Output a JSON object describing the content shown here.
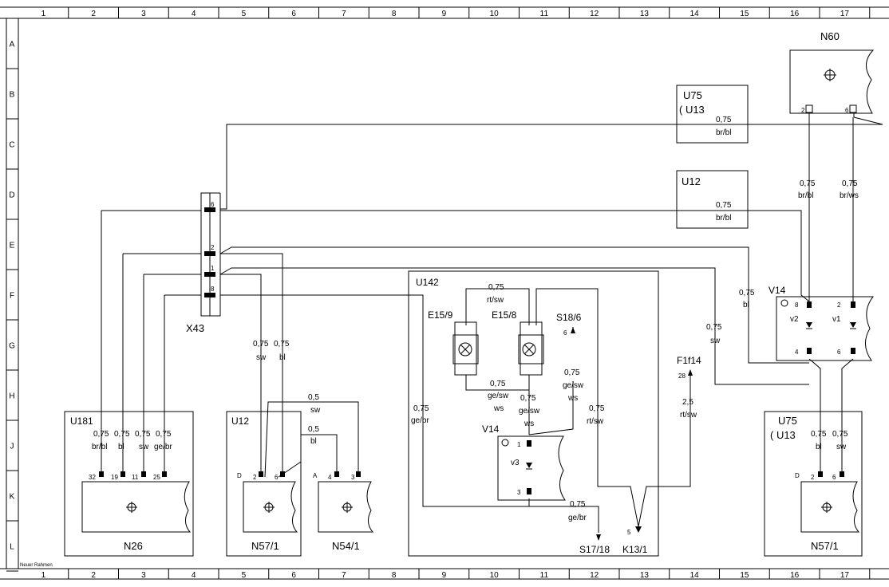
{
  "frame": {
    "columns": [
      "1",
      "2",
      "3",
      "4",
      "5",
      "6",
      "7",
      "8",
      "9",
      "10",
      "11",
      "12",
      "13",
      "14",
      "15",
      "16",
      "17"
    ],
    "rows": [
      "A",
      "B",
      "C",
      "D",
      "E",
      "F",
      "G",
      "H",
      "J",
      "K",
      "L"
    ],
    "footer_label": "Neuer Rahmen"
  },
  "components": {
    "n60": {
      "title": "N60",
      "pins": [
        "2",
        "6"
      ]
    },
    "u75_top": {
      "line1": "U75",
      "line2": "( U13"
    },
    "u12_top": {
      "title": "U12"
    },
    "x43": {
      "title": "X43",
      "pins": [
        "6",
        "2",
        "1",
        "8"
      ]
    },
    "v14_right": {
      "title": "V14",
      "diode1": "v2",
      "diode2": "v1",
      "pins": [
        "8",
        "2",
        "4",
        "6"
      ]
    },
    "u142": {
      "title": "U142"
    },
    "e15_9": {
      "title": "E15/9"
    },
    "e15_8": {
      "title": "E15/8"
    },
    "s18_6": {
      "title": "S18/6",
      "pin": "6"
    },
    "f1f14": {
      "title": "F1f14",
      "pin": "28"
    },
    "v14_inner": {
      "title": "V14",
      "diode": "v3",
      "pins": [
        "1",
        "3"
      ]
    },
    "u181": {
      "title": "U181"
    },
    "n26": {
      "title": "N26",
      "pins": [
        "32",
        "19",
        "11",
        "25"
      ]
    },
    "u12_bottom": {
      "title": "U12"
    },
    "n57_1_left": {
      "title": "N57/1",
      "connector": "D",
      "pins": [
        "2",
        "6"
      ]
    },
    "n54_1": {
      "title": "N54/1",
      "connector": "A",
      "pins": [
        "4",
        "3"
      ]
    },
    "u75_bottom": {
      "line1": "U75",
      "line2": "( U13"
    },
    "n57_1_right": {
      "title": "N57/1",
      "connector": "D",
      "pins": [
        "2",
        "6"
      ]
    },
    "s17_18": {
      "title": "S17/18"
    },
    "k13_1": {
      "title": "K13/1",
      "pin": "5"
    }
  },
  "wire_labels": {
    "w_brbl_top": {
      "size": "0,75",
      "color": "br/bl"
    },
    "w_brbl_d": {
      "size": "0,75",
      "color": "br/bl"
    },
    "w_n60_left": {
      "size": "0,75",
      "color": "br/bl"
    },
    "w_n60_right": {
      "size": "0,75",
      "color": "br/ws"
    },
    "w_bl_f": {
      "size": "0,75",
      "color": "bl"
    },
    "w_sw_g": {
      "size": "0,75",
      "color": "sw"
    },
    "w_x43_sw": {
      "size": "0,75",
      "color": "sw"
    },
    "w_x43_bl": {
      "size": "0,75",
      "color": "bl"
    },
    "w_rtsw_top": {
      "size": "0,75",
      "color": "rt/sw"
    },
    "w_gesw_ws_a": {
      "size": "0,75",
      "color": "ge/sw",
      "color2": "ws"
    },
    "w_gesw_ws_b": {
      "size": "0,75",
      "color": "ge/sw",
      "color2": "ws"
    },
    "w_gesw_ws_c": {
      "size": "0,75",
      "color": "ge/sw",
      "color2": "ws"
    },
    "w_gebr_u142": {
      "size": "0,75",
      "color": "ge/br"
    },
    "w_rtsw_u142": {
      "size": "0,75",
      "color": "rt/sw"
    },
    "w_f1f14": {
      "size": "2,5",
      "color": "rt/sw"
    },
    "w_gebr_bottom": {
      "size": "0,75",
      "color": "ge/br"
    },
    "w_sw_05": {
      "size": "0,5",
      "color": "sw"
    },
    "w_bl_05": {
      "size": "0,5",
      "color": "bl"
    },
    "w_n26_1": {
      "size": "0,75",
      "color": "br/bl"
    },
    "w_n26_2": {
      "size": "0,75",
      "color": "bl"
    },
    "w_n26_3": {
      "size": "0,75",
      "color": "sw"
    },
    "w_n26_4": {
      "size": "0,75",
      "color": "ge/br"
    },
    "w_n57r_1": {
      "size": "0,75",
      "color": "bl"
    },
    "w_n57r_2": {
      "size": "0,75",
      "color": "sw"
    }
  }
}
